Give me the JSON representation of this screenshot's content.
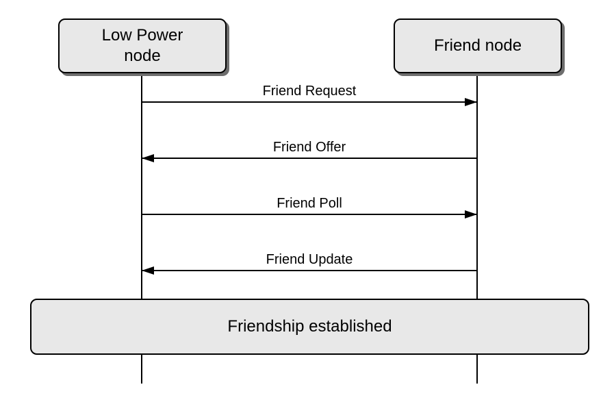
{
  "participants": {
    "low_power": "Low Power\nnode",
    "friend": "Friend node"
  },
  "messages": [
    {
      "label": "Friend Request",
      "direction": "to-friend"
    },
    {
      "label": "Friend Offer",
      "direction": "to-low-power"
    },
    {
      "label": "Friend Poll",
      "direction": "to-friend"
    },
    {
      "label": "Friend Update",
      "direction": "to-low-power"
    }
  ],
  "result": "Friendship established"
}
